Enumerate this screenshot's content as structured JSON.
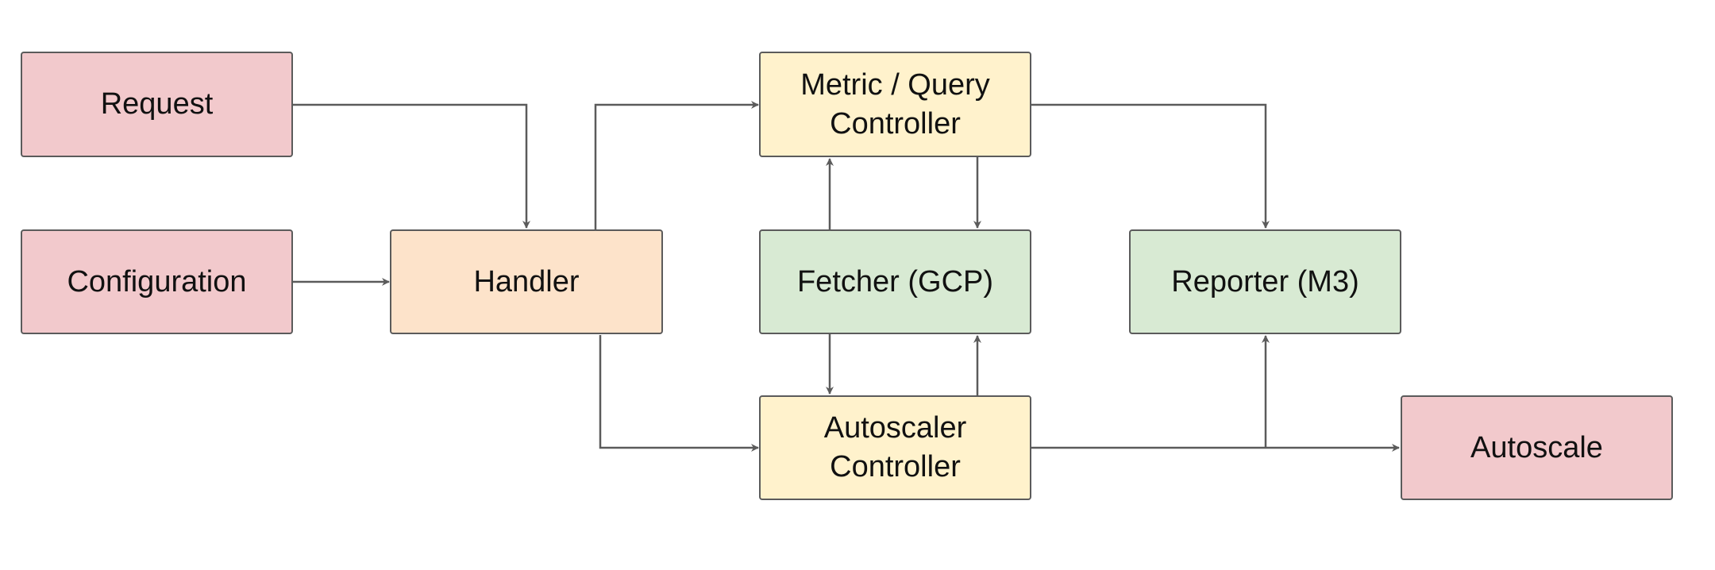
{
  "diagram": {
    "nodes": {
      "request": "Request",
      "configuration": "Configuration",
      "handler": "Handler",
      "metric_query_line1": "Metric / Query",
      "metric_query_line2": "Controller",
      "fetcher": "Fetcher (GCP)",
      "reporter": "Reporter (M3)",
      "autoscaler_line1": "Autoscaler",
      "autoscaler_line2": "Controller",
      "autoscale": "Autoscale"
    },
    "colors": {
      "input_output": "#f2c9cc",
      "handler": "#fde3ca",
      "controller": "#fff2cc",
      "service": "#d8ead3",
      "border": "#5b5b5b"
    },
    "edges": [
      {
        "from": "Request",
        "to": "Handler"
      },
      {
        "from": "Configuration",
        "to": "Handler"
      },
      {
        "from": "Handler",
        "to": "Metric / Query Controller"
      },
      {
        "from": "Handler",
        "to": "Autoscaler Controller"
      },
      {
        "from": "Fetcher (GCP)",
        "to": "Metric / Query Controller"
      },
      {
        "from": "Metric / Query Controller",
        "to": "Fetcher (GCP)"
      },
      {
        "from": "Fetcher (GCP)",
        "to": "Autoscaler Controller"
      },
      {
        "from": "Autoscaler Controller",
        "to": "Fetcher (GCP)"
      },
      {
        "from": "Metric / Query Controller",
        "to": "Reporter (M3)"
      },
      {
        "from": "Autoscaler Controller",
        "to": "Reporter (M3)"
      },
      {
        "from": "Autoscaler Controller",
        "to": "Autoscale"
      }
    ]
  }
}
